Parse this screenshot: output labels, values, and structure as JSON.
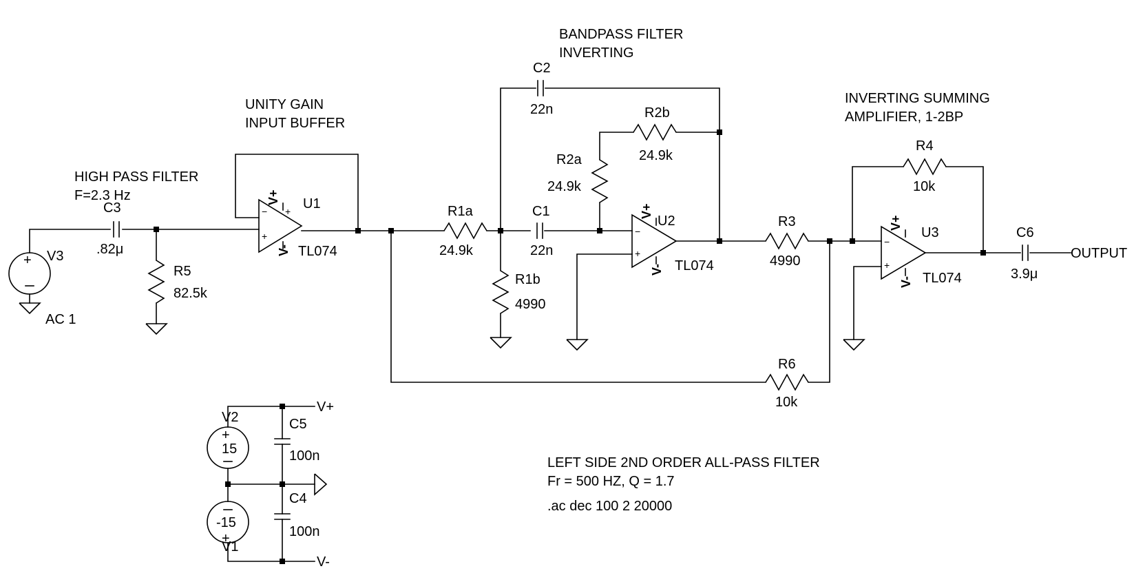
{
  "annotations": {
    "highpass_line1": "HIGH PASS FILTER",
    "highpass_line2": "F=2.3 Hz",
    "buffer_line1": "UNITY GAIN",
    "buffer_line2": "INPUT BUFFER",
    "bandpass_line1": "BANDPASS FILTER",
    "bandpass_line2": "INVERTING",
    "summing_line1": "INVERTING SUMMING",
    "summing_line2": "AMPLIFIER, 1-2BP",
    "allpass_line1": "LEFT SIDE 2ND ORDER ALL-PASS FILTER",
    "allpass_line2": "Fr = 500 HZ, Q = 1.7",
    "directive": ".ac dec 100 2 20000"
  },
  "components": {
    "V3": {
      "name": "V3",
      "value": "AC 1"
    },
    "C3": {
      "name": "C3",
      "value": ".82μ"
    },
    "R5": {
      "name": "R5",
      "value": "82.5k"
    },
    "U1": {
      "name": "U1",
      "value": "TL074"
    },
    "R1a": {
      "name": "R1a",
      "value": "24.9k"
    },
    "R1b": {
      "name": "R1b",
      "value": "4990"
    },
    "C1": {
      "name": "C1",
      "value": "22n"
    },
    "C2": {
      "name": "C2",
      "value": "22n"
    },
    "R2a": {
      "name": "R2a",
      "value": "24.9k"
    },
    "R2b": {
      "name": "R2b",
      "value": "24.9k"
    },
    "U2": {
      "name": "U2",
      "value": "TL074"
    },
    "R3": {
      "name": "R3",
      "value": "4990"
    },
    "R4": {
      "name": "R4",
      "value": "10k"
    },
    "U3": {
      "name": "U3",
      "value": "TL074"
    },
    "R6": {
      "name": "R6",
      "value": "10k"
    },
    "C6": {
      "name": "C6",
      "value": "3.9μ"
    },
    "V2": {
      "name": "V2",
      "value": "15"
    },
    "V1": {
      "name": "V1",
      "value": "-15"
    },
    "C5": {
      "name": "C5",
      "value": "100n"
    },
    "C4": {
      "name": "C4",
      "value": "100n"
    }
  },
  "nets": {
    "output": "OUTPUT",
    "vplus": "V+",
    "vminus": "V-"
  },
  "pins": {
    "minus": "−",
    "plus": "+"
  }
}
